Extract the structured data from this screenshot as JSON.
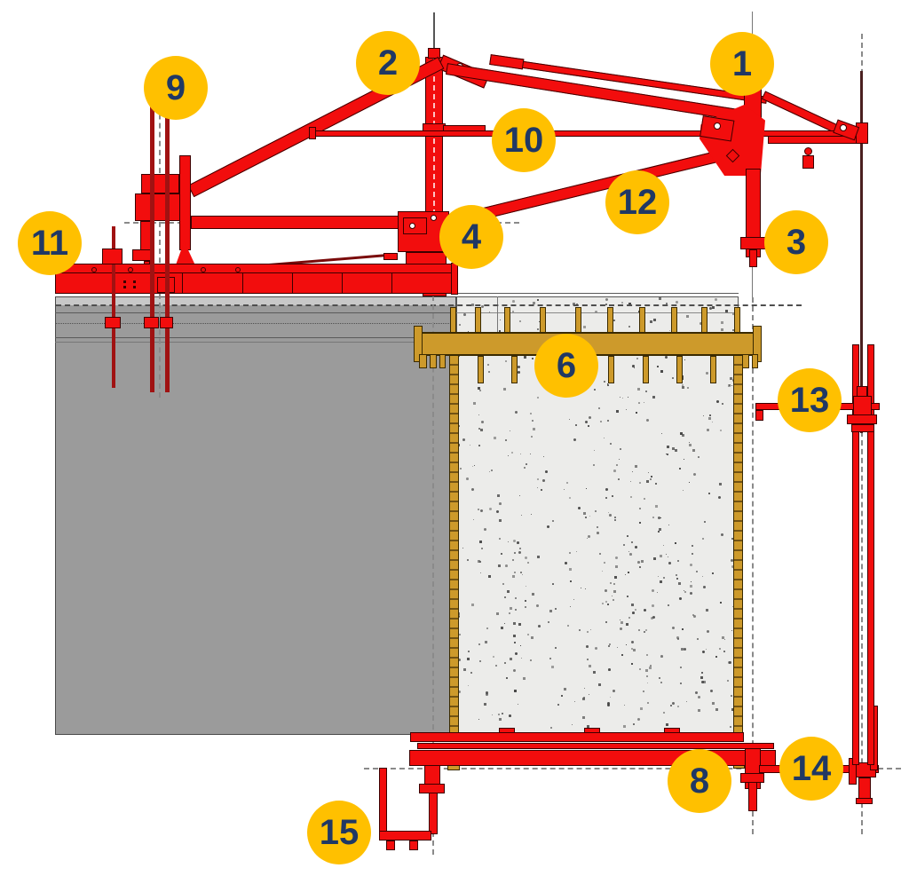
{
  "diagram": {
    "kind": "engineering-drawing",
    "subject": "climbing-formwork-side-elevation"
  },
  "callouts": {
    "c1": {
      "label": "1"
    },
    "c2": {
      "label": "2"
    },
    "c3": {
      "label": "3"
    },
    "c4": {
      "label": "4"
    },
    "c6": {
      "label": "6"
    },
    "c8": {
      "label": "8"
    },
    "c9": {
      "label": "9"
    },
    "c10": {
      "label": "10"
    },
    "c11": {
      "label": "11"
    },
    "c12": {
      "label": "12"
    },
    "c13": {
      "label": "13"
    },
    "c14": {
      "label": "14"
    },
    "c15": {
      "label": "15"
    }
  },
  "colors": {
    "callout_bg": "#FFC000",
    "callout_text": "#203864",
    "structure_red": "#F20D0D",
    "formwork_gold": "#CD9A2B",
    "existing_wall_gray": "#9B9B9B",
    "fresh_concrete": "#ECECEA",
    "outline_dark": "#3C0000",
    "guide_gray": "#8A8A8A"
  }
}
